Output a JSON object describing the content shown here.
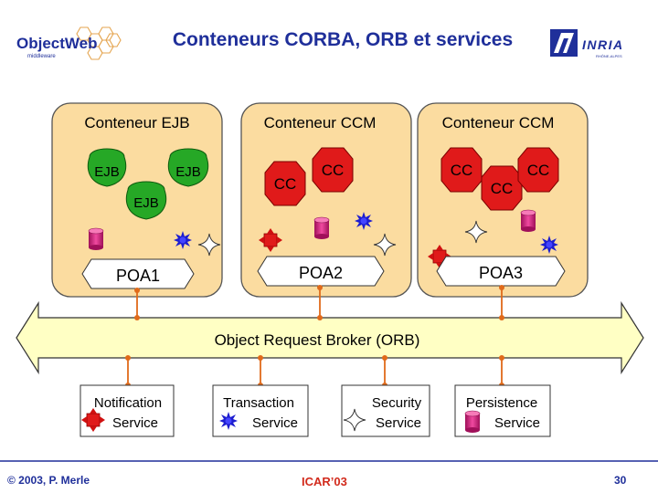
{
  "header": {
    "title": "Conteneurs CORBA, ORB et services",
    "left_logo_text": "ObjectWeb",
    "right_logo_text": "INRIA"
  },
  "containers": [
    {
      "label": "Conteneur EJB",
      "components": [
        "EJB",
        "EJB",
        "EJB"
      ],
      "poa": "POA1"
    },
    {
      "label": "Conteneur CCM",
      "components": [
        "CC",
        "CC"
      ],
      "poa": "POA2"
    },
    {
      "label": "Conteneur CCM",
      "components": [
        "CC",
        "CC",
        "CC"
      ],
      "poa": "POA3"
    }
  ],
  "orb": {
    "label": "Object Request Broker (ORB)"
  },
  "services": [
    {
      "line1": "Notification",
      "line2": "Service",
      "icon": "red-cross-icon"
    },
    {
      "line1": "Transaction",
      "line2": "Service",
      "icon": "blue-star-icon"
    },
    {
      "line1": "Security",
      "line2": "Service",
      "icon": "sparkle-icon"
    },
    {
      "line1": "Persistence",
      "line2": "Service",
      "icon": "database-icon"
    }
  ],
  "footer": {
    "copyright": "© 2003, P. Merle",
    "event": "ICAR’03",
    "page": "30"
  },
  "colors": {
    "title": "#1f2f9a",
    "container_fill": "#fbdca0",
    "orb_fill": "#ffffc4",
    "component_fill": "#26a826",
    "service_fill": "#ffffff",
    "connector": "#e06a1a"
  }
}
